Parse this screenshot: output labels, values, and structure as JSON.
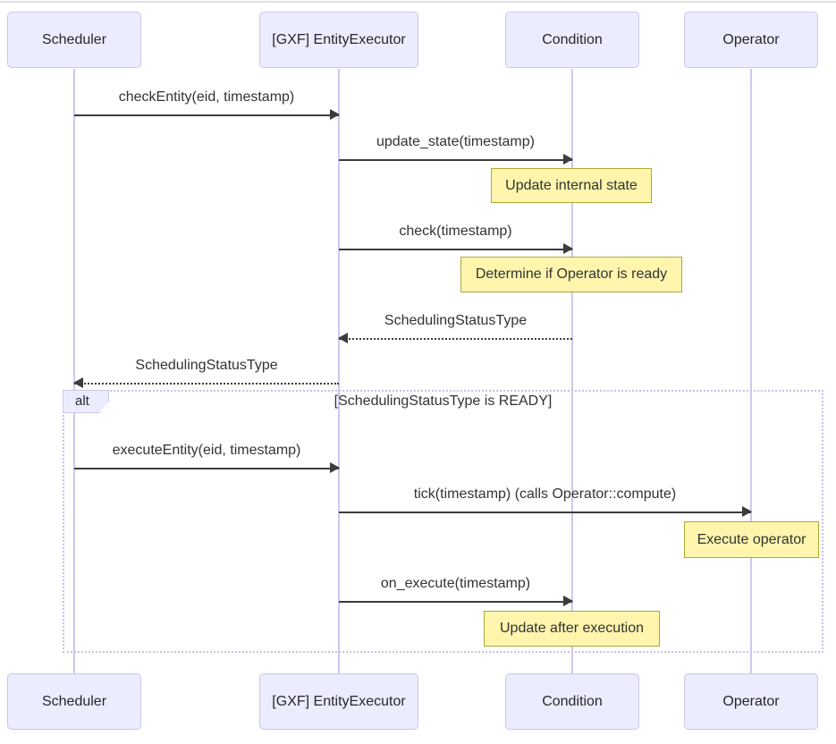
{
  "diagram_type": "sequence-diagram",
  "participants": [
    {
      "name": "Scheduler"
    },
    {
      "name": "[GXF] EntityExecutor"
    },
    {
      "name": "Condition"
    },
    {
      "name": "Operator"
    }
  ],
  "messages": [
    {
      "label": "checkEntity(eid, timestamp)",
      "from": "Scheduler",
      "to": "[GXF] EntityExecutor",
      "style": "solid"
    },
    {
      "label": "update_state(timestamp)",
      "from": "[GXF] EntityExecutor",
      "to": "Condition",
      "style": "solid"
    },
    {
      "label": "check(timestamp)",
      "from": "[GXF] EntityExecutor",
      "to": "Condition",
      "style": "solid"
    },
    {
      "label": "SchedulingStatusType",
      "from": "Condition",
      "to": "[GXF] EntityExecutor",
      "style": "dashed"
    },
    {
      "label": "SchedulingStatusType",
      "from": "[GXF] EntityExecutor",
      "to": "Scheduler",
      "style": "dashed"
    },
    {
      "label": "executeEntity(eid, timestamp)",
      "from": "Scheduler",
      "to": "[GXF] EntityExecutor",
      "style": "solid"
    },
    {
      "label": "tick(timestamp) (calls Operator::compute)",
      "from": "[GXF] EntityExecutor",
      "to": "Operator",
      "style": "solid"
    },
    {
      "label": "on_execute(timestamp)",
      "from": "[GXF] EntityExecutor",
      "to": "Condition",
      "style": "solid"
    }
  ],
  "notes": [
    {
      "text": "Update internal state",
      "over": "Condition"
    },
    {
      "text": "Determine if Operator is ready",
      "over": "Condition"
    },
    {
      "text": "Execute operator",
      "over": "Operator"
    },
    {
      "text": "Update after execution",
      "over": "Condition"
    }
  ],
  "alt_block": {
    "label": "alt",
    "condition": "[SchedulingStatusType is READY]"
  },
  "colors": {
    "actor_fill": "#ECECFF",
    "actor_border": "#CDC5EC",
    "lifeline": "#CFC7EC",
    "note_fill": "#FFF5AD",
    "note_border": "#AAAA33",
    "message_line": "#3C3C3C",
    "alt_frame_border": "#C8C0EA",
    "text": "#333333",
    "top_rule": "#E0E0E0"
  }
}
